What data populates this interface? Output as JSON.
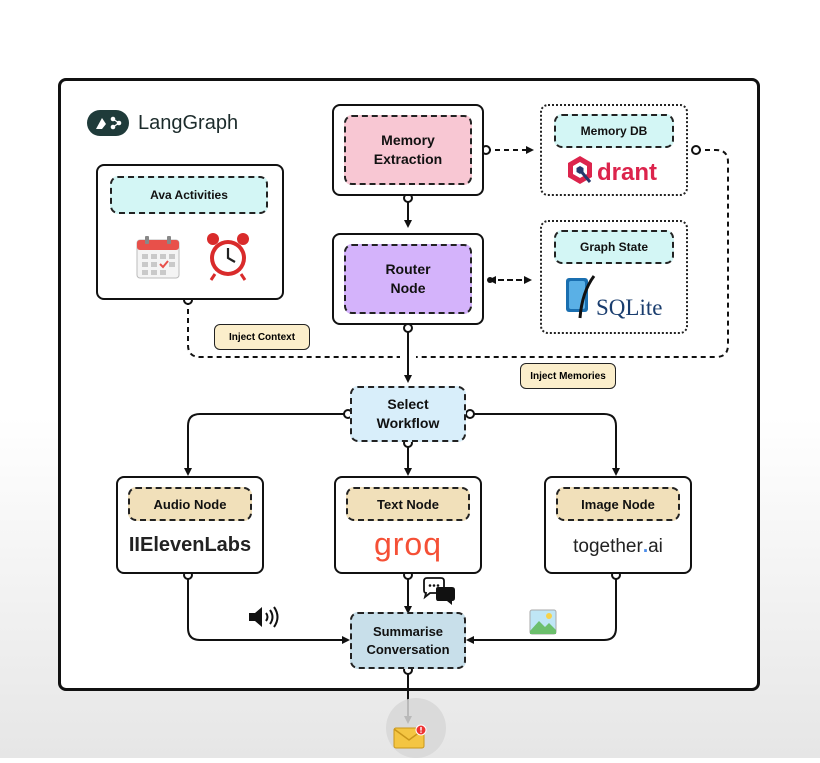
{
  "logo": {
    "name": "LangGraph"
  },
  "nodes": {
    "memory_extraction": "Memory\nExtraction",
    "router": "Router\nNode",
    "select_workflow": "Select\nWorkflow",
    "audio": "Audio Node",
    "text": "Text Node",
    "image": "Image Node",
    "summarise": "Summarise\nConversation"
  },
  "stores": {
    "memory_db": "Memory DB",
    "memory_db_brand": "drant",
    "graph_state": "Graph State",
    "graph_state_brand": "SQLite"
  },
  "activities": {
    "title": "Ava Activities"
  },
  "tags": {
    "inject_context": "Inject Context",
    "inject_memories": "Inject Memories"
  },
  "providers": {
    "audio": "IIElevenLabs",
    "text": "groq",
    "image_a": "together",
    "image_dot": ".",
    "image_b": "ai"
  },
  "icons": [
    "langgraph-logo-icon",
    "calendar-icon",
    "alarm-clock-icon",
    "qdrant-logo-icon",
    "sqlite-logo-icon",
    "speaker-icon",
    "chat-bubbles-icon",
    "picture-icon",
    "email-notification-icon"
  ],
  "colors": {
    "memory_extraction": "#f8c7d3",
    "router": "#d4b3fb",
    "store_label": "#d3f6f5",
    "select_workflow": "#d8eefa",
    "model_label": "#f1e0ba",
    "summarise": "#c8dfea",
    "tag": "#fbeecb",
    "qdrant": "#dc244c",
    "groq": "#f55036",
    "together_dot": "#4c8dea"
  }
}
